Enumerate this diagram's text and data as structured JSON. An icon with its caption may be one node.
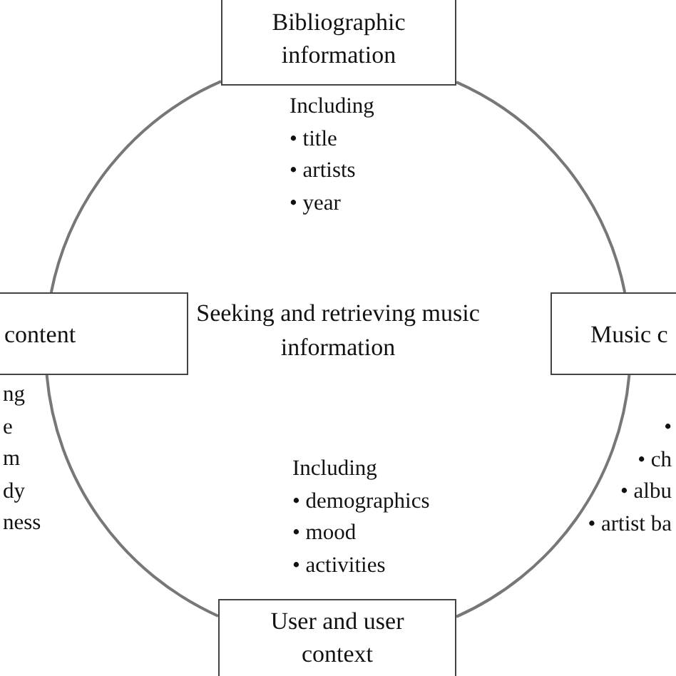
{
  "diagram": {
    "nodes": [
      {
        "text": [
          "Bibliographic information"
        ],
        "beside": [
          "Including",
          "• title",
          "• artists",
          "• year"
        ]
      },
      {
        "text": [
          "content"
        ],
        "beside": [
          "ng",
          "e",
          "m",
          "dy",
          "ness"
        ]
      },
      {
        "text": [
          "Music c"
        ],
        "beside": [
          "•",
          "• ch",
          "• albu",
          "• artist ba"
        ]
      },
      {
        "text": [
          "User and user context"
        ],
        "beside": [
          "Including",
          "• demographics",
          "• mood",
          "• activities"
        ]
      }
    ],
    "edges": [
      {
        "from": 0,
        "to": 1,
        "arrow": "none"
      },
      {
        "from": 0,
        "to": 2,
        "arrow": "none"
      },
      {
        "from": 1,
        "to": 3,
        "arrow": "none"
      },
      {
        "from": 2,
        "to": 3,
        "arrow": "none"
      }
    ],
    "labels": [
      "Seeking and retrieving music information"
    ]
  }
}
